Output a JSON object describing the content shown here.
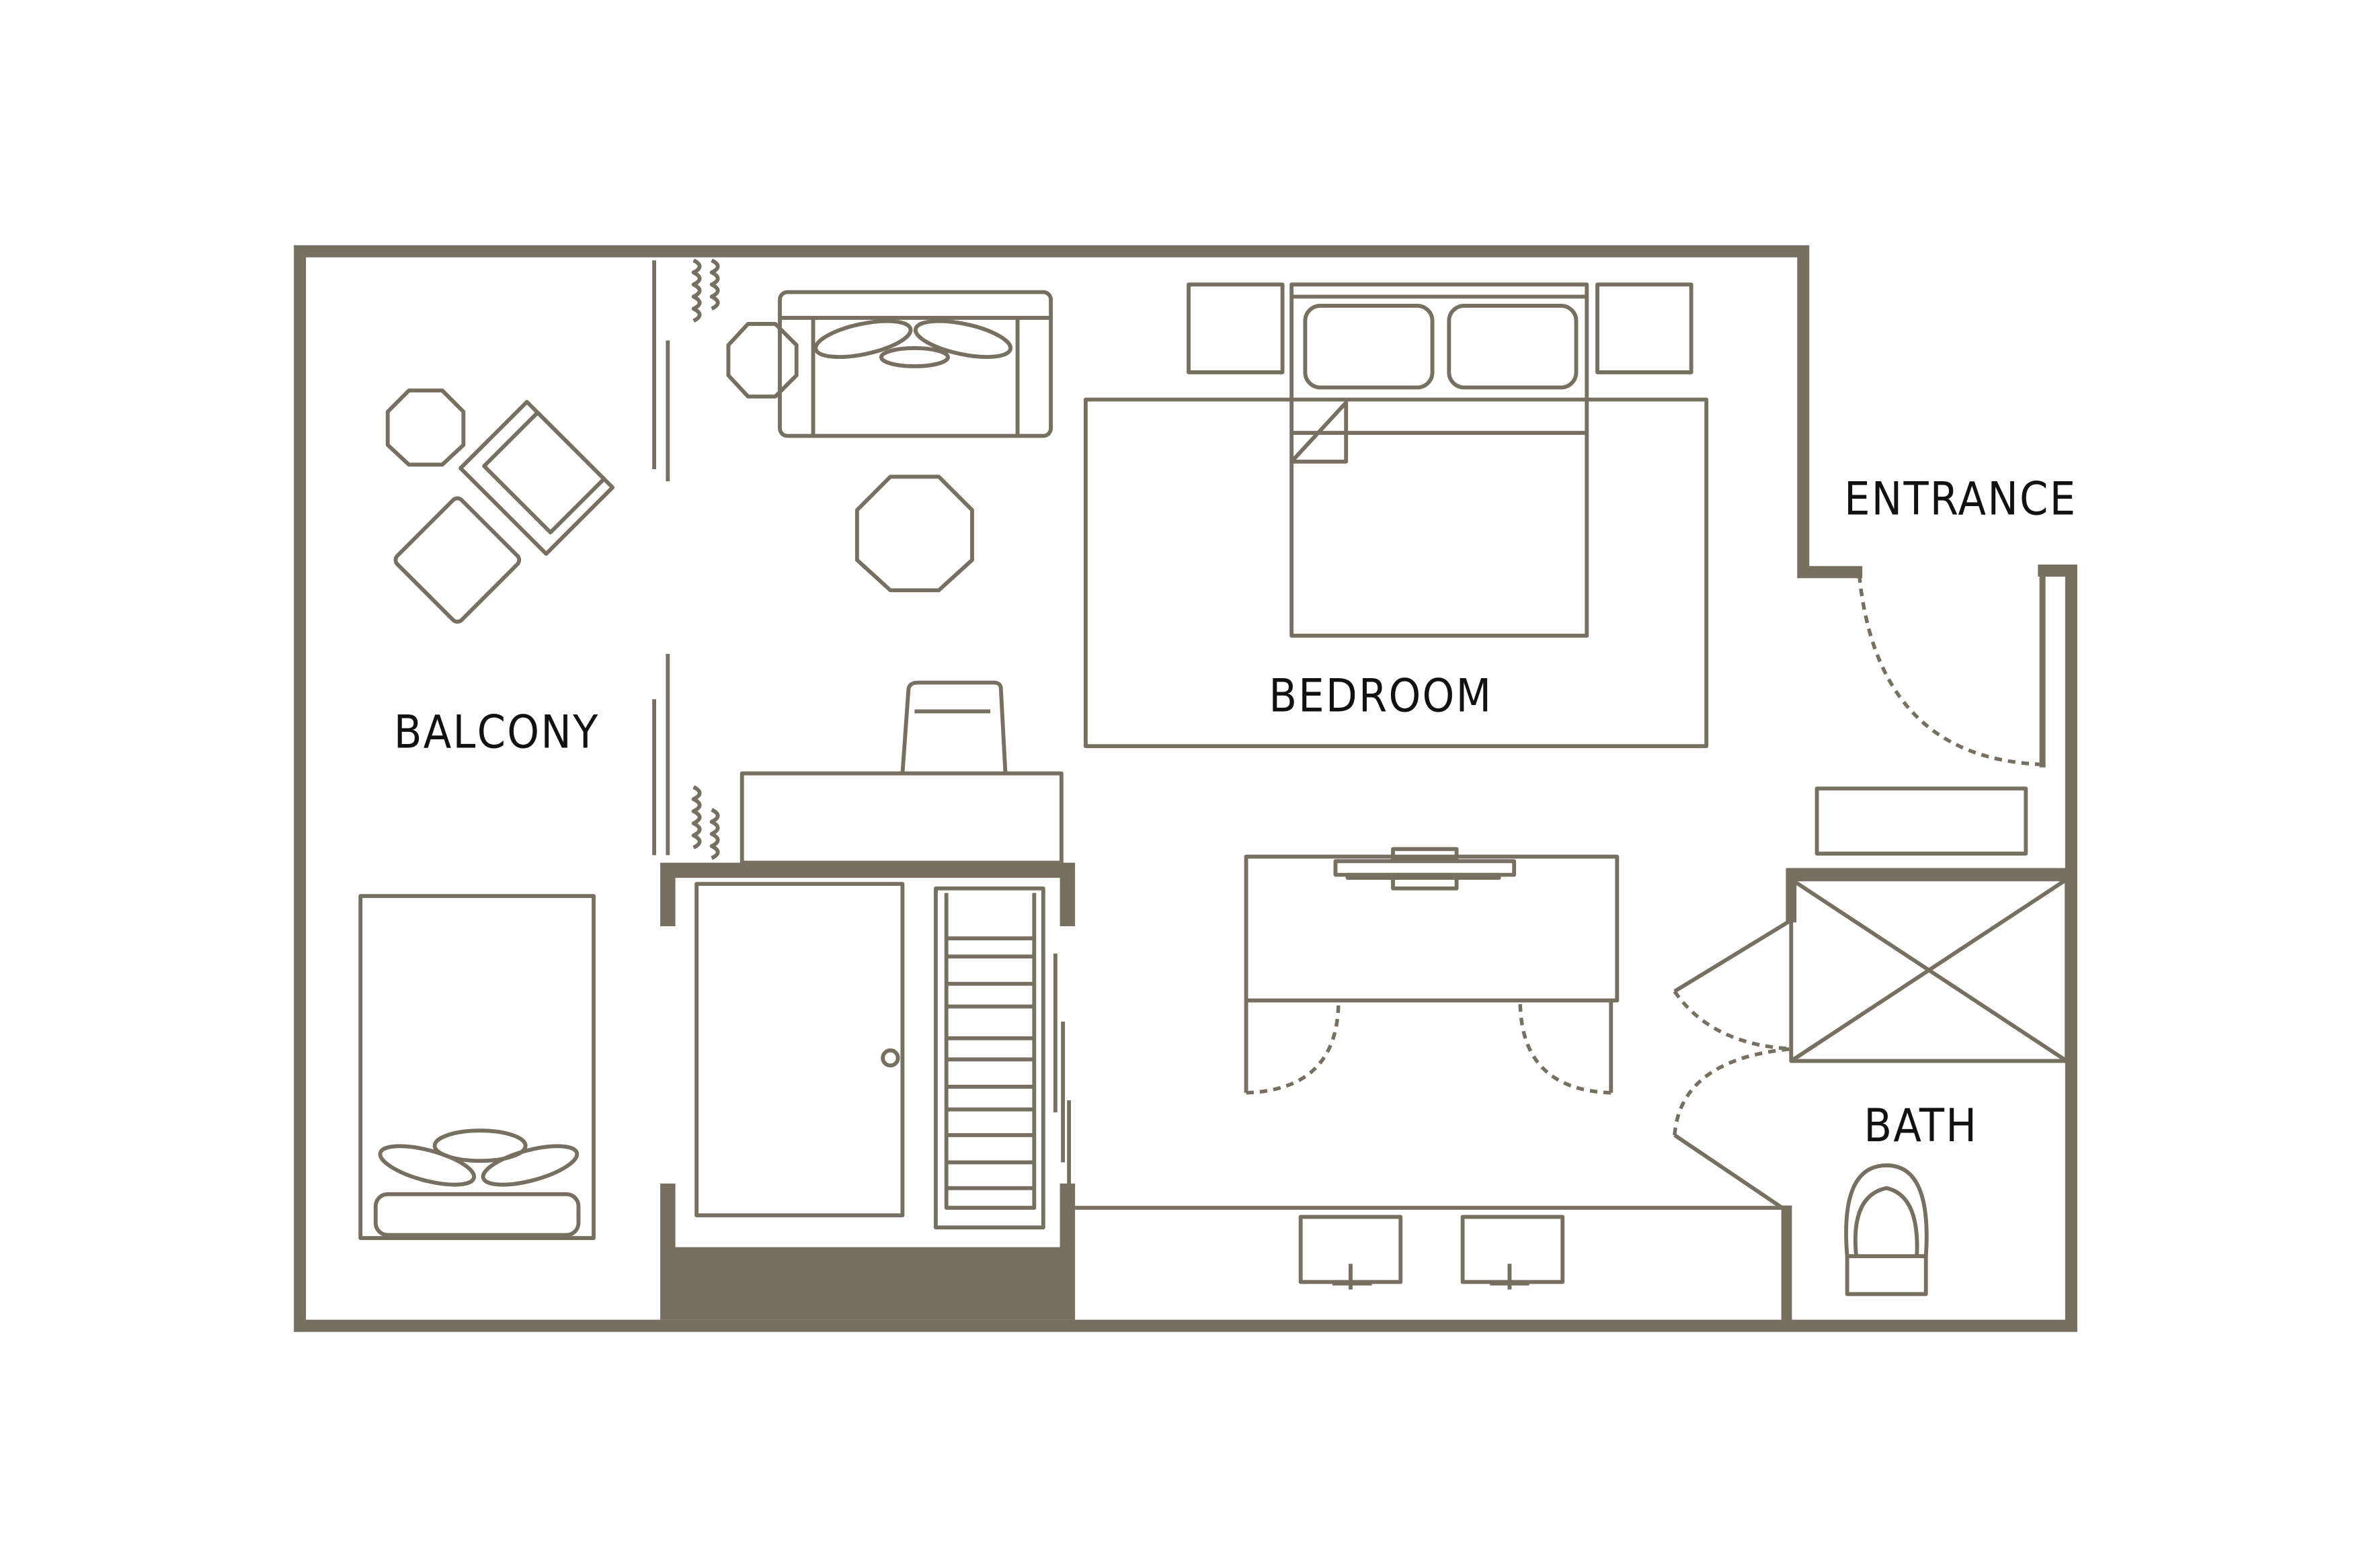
{
  "plan": {
    "wall_color": "#776f60",
    "rooms": {
      "balcony": "BALCONY",
      "bedroom": "BEDROOM",
      "entrance": "ENTRANCE",
      "bath": "BATH"
    }
  }
}
